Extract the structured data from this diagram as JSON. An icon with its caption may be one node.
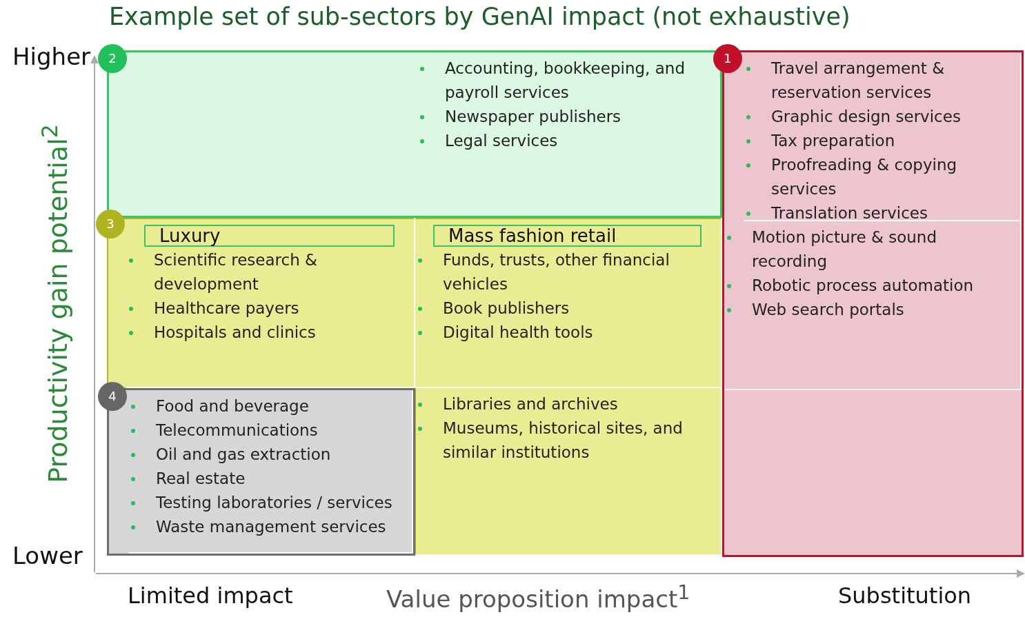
{
  "diagram": {
    "title": "Example set of sub-sectors by GenAI impact (not exhaustive)",
    "nodes": [
      {
        "text": [
          "2"
        ]
      },
      {
        "text": [
          "Accounting, bookkeeping, and payroll services",
          "Newspaper publishers",
          "Legal services"
        ],
        "in": 0
      },
      {
        "text": [
          "1"
        ]
      },
      {
        "text": [
          "Travel arrangement & reservation services",
          "Graphic design services",
          "Tax preparation",
          "Proofreading & copying services",
          "Translation services"
        ],
        "in": 2
      },
      {
        "text": [
          "Motion picture & sound recording",
          "Robotic process automation",
          "Web search portals"
        ],
        "in": 2
      },
      {
        "text": [
          "3"
        ]
      },
      {
        "text": [
          "Scientific research & development",
          "Healthcare payers",
          "Hospitals and clinics"
        ],
        "in": 5
      },
      {
        "text": [
          "Luxury"
        ],
        "in": 6
      },
      {
        "text": [
          "Funds, trusts, other financial vehicles",
          "Book publishers",
          "Digital health tools"
        ],
        "in": 5
      },
      {
        "text": [
          "Mass fashion retail"
        ],
        "in": 8
      },
      {
        "text": [
          "Libraries and archives",
          "Museums, historical sites, and similar institutions"
        ],
        "in": 5
      },
      {
        "text": [
          "4"
        ]
      },
      {
        "text": [
          "Food and beverage",
          "Telecommunications",
          "Oil and gas extraction",
          "Real estate",
          "Testing laboratories / services",
          "Waste management services"
        ],
        "in": 11
      }
    ],
    "labels": [
      "Higher",
      "Productivity gain potential$^{2}$",
      "Lower",
      "Limited impact",
      "Value proposition impact$^{1}$",
      "Substitution"
    ]
  }
}
